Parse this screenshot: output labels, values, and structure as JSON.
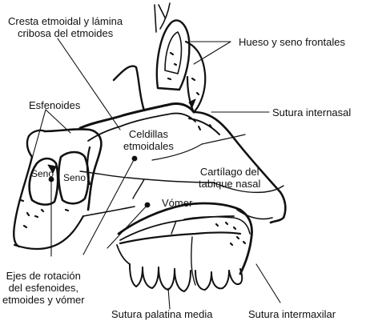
{
  "colors": {
    "ink": "#111111",
    "background": "#ffffff"
  },
  "labels": {
    "cresta": {
      "line1": "Cresta etmoidal y lámina",
      "line2": "cribosa del etmoides"
    },
    "hueso_frontal": "Hueso y seno frontales",
    "esfenoides": "Esfenoides",
    "sutura_internasal": "Sutura internasal",
    "celdillas": {
      "line1": "Celdillas",
      "line2": "etmoidales"
    },
    "seno_left": "Seno",
    "seno_right": "Seno",
    "cartilago": {
      "line1": "Cartílago del",
      "line2": "tabique nasal"
    },
    "vomer": "Vómer",
    "ejes": {
      "line1": "Ejes de rotación",
      "line2": "del esfenoides,",
      "line3": "etmoides y vómer"
    },
    "sutura_palatina": "Sutura palatina media",
    "sutura_intermaxilar": "Sutura intermaxilar"
  }
}
